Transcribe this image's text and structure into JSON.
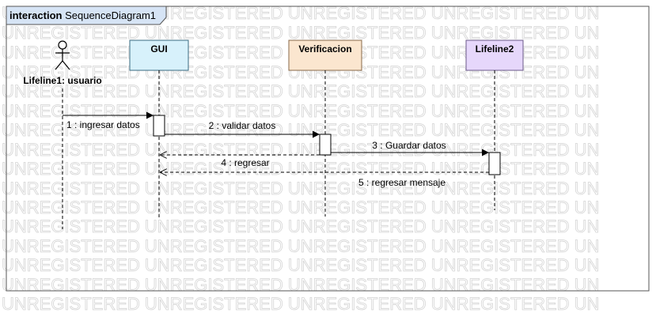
{
  "frame": {
    "keyword": "interaction",
    "name": "SequenceDiagram1"
  },
  "watermark": "UNREGISTERED UNREGISTERED UNREGISTERED UNREGISTERED UN",
  "actor": {
    "label": "Lifeline1: usuario",
    "icon": "stick-figure-icon"
  },
  "lifelines": [
    {
      "label": "GUI",
      "fill": "#d7f1fb",
      "stroke": "#3a6b82"
    },
    {
      "label": "Verificacion",
      "fill": "#fbe6cf",
      "stroke": "#8a6a48"
    },
    {
      "label": "Lifeline2",
      "fill": "#e6d7fb",
      "stroke": "#6b5a8a"
    }
  ],
  "messages": [
    {
      "label": "1 : ingresar datos",
      "kind": "sync"
    },
    {
      "label": "2 : validar datos",
      "kind": "sync"
    },
    {
      "label": "3 : Guardar datos",
      "kind": "sync"
    },
    {
      "label": "4 : regresar",
      "kind": "return"
    },
    {
      "label": "5 : regresar mensaje",
      "kind": "return"
    }
  ],
  "colors": {
    "frame_tab": "#d6e4f5",
    "line": "#000000",
    "watermark": "#d4d4d4"
  }
}
